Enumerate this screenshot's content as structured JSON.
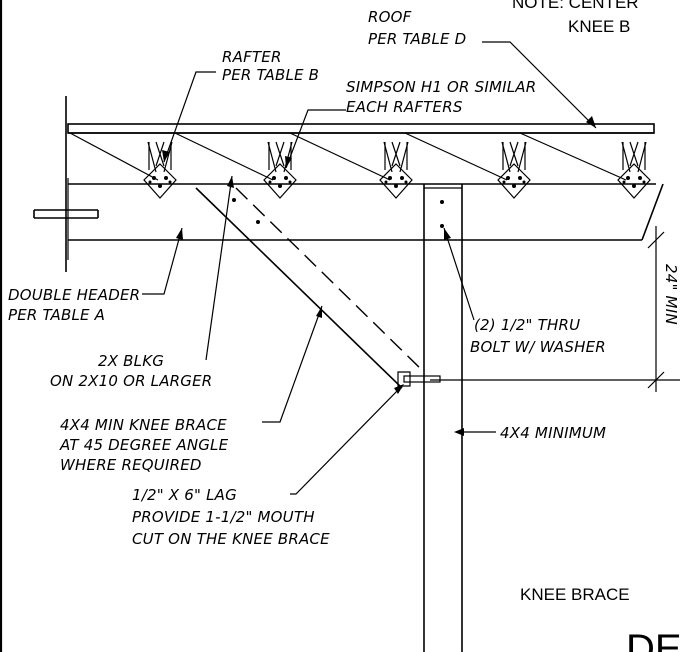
{
  "notes": {
    "top_line1": "NOTE: CENTER",
    "top_line2": "KNEE B"
  },
  "labels": {
    "roof_l1": "ROOF",
    "roof_l2": "PER TABLE D",
    "rafter_l1": "RAFTER",
    "rafter_l2": "PER TABLE B",
    "simpson_l1": "SIMPSON H1 OR SIMILAR",
    "simpson_l2": "EACH RAFTERS",
    "header_l1": "DOUBLE HEADER",
    "header_l2": "PER TABLE A",
    "blkg_l1": "2X BLKG",
    "blkg_l2": "ON 2X10 OR LARGER",
    "bolt_l1": "(2) 1/2\" THRU",
    "bolt_l2": "BOLT W/ WASHER",
    "dim_value": "24\" MIN",
    "brace_l1": "4X4 MIN KNEE BRACE",
    "brace_l2": "AT 45 DEGREE ANGLE",
    "brace_l3": "WHERE REQUIRED",
    "post": "4X4 MINIMUM",
    "lag_l1": "1/2\" X 6\" LAG",
    "lag_l2": "PROVIDE 1-1/2\" MOUTH",
    "lag_l3": "CUT ON THE KNEE BRACE"
  },
  "footer": {
    "detail_title": "KNEE BRACE",
    "big_letters": "DE"
  }
}
